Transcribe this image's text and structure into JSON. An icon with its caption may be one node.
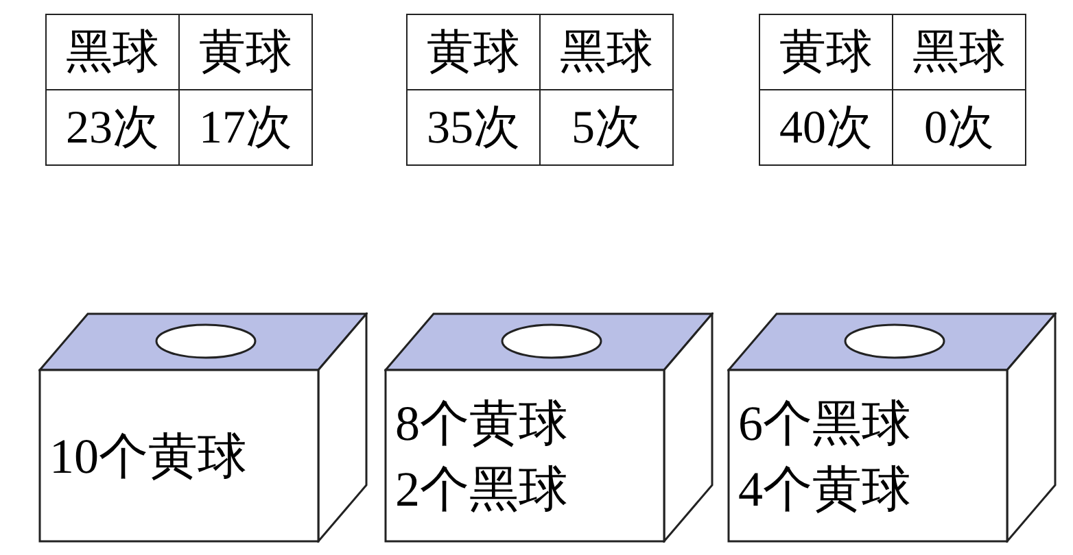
{
  "diagram": {
    "nodes": [
      {
        "text": [
          "10个黄球"
        ]
      },
      {
        "text": [
          "8个黄球",
          "2个黑球"
        ]
      },
      {
        "text": [
          "6个黑球",
          "4个黄球"
        ]
      }
    ],
    "labels": [
      "黑球",
      "黄球",
      "23次",
      "17次",
      "黄球",
      "黑球",
      "35次",
      "5次",
      "黄球",
      "黑球",
      "40次",
      "0次"
    ]
  }
}
